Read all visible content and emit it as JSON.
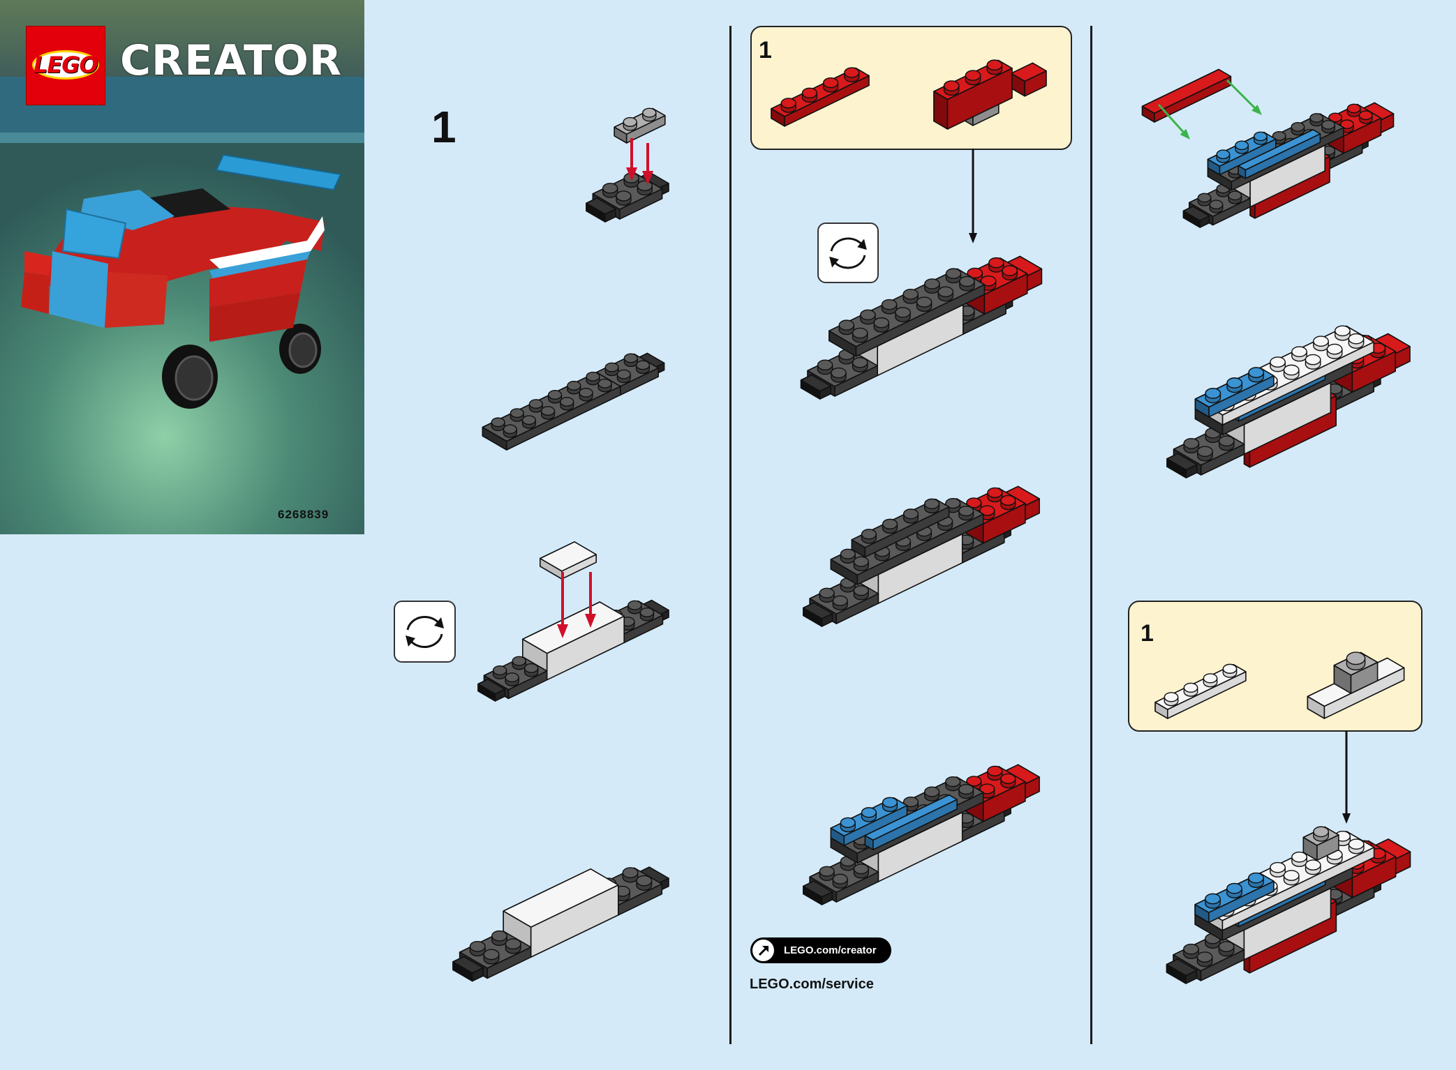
{
  "cover": {
    "brand_logo": "LEGO",
    "title": "CREATOR",
    "set_number": "6268839"
  },
  "page_step": {
    "number": "1"
  },
  "callouts": [
    {
      "number": "1"
    },
    {
      "number": "1"
    }
  ],
  "links": {
    "creator": "LEGO.com/creator",
    "service": "LEGO.com/service"
  },
  "icons": {
    "rotate": "rotate-model-icon",
    "link": "arrow-up-right-icon"
  },
  "colors": {
    "background": "#d5eaf9",
    "callout": "#fdf3cf",
    "lego_red": "#d01012",
    "arrow_red": "#d0102a",
    "arrow_green": "#3bb44a"
  }
}
